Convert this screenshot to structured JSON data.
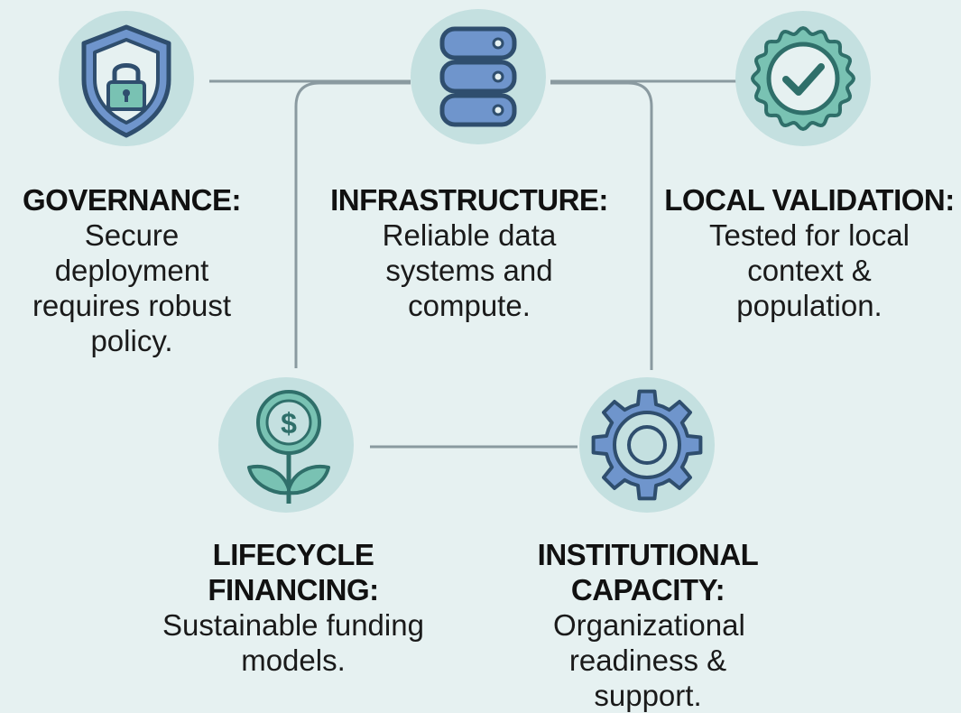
{
  "nodes": [
    {
      "id": "governance",
      "title": "GOVERNANCE:",
      "description": "Secure deployment requires robust policy.",
      "icon": "shield-lock-icon"
    },
    {
      "id": "infrastructure",
      "title": "INFRASTRUCTURE:",
      "description": "Reliable data systems and compute.",
      "icon": "database-icon"
    },
    {
      "id": "local_validation",
      "title": "LOCAL VALIDATION:",
      "description": "Tested for local context & population.",
      "icon": "badge-check-icon"
    },
    {
      "id": "lifecycle_financing",
      "title": "LIFECYCLE FINANCING:",
      "description": "Sustainable funding models.",
      "icon": "money-plant-icon"
    },
    {
      "id": "institutional_capacity",
      "title": "INSTITUTIONAL CAPACITY:",
      "description": "Organizational readiness & support.",
      "icon": "gear-icon"
    }
  ],
  "colors": {
    "background": "#e6f1f1",
    "icon_circle": "#c4e0e0",
    "connector": "#8a9aa0",
    "stroke_dark": "#2f4e6e",
    "blue_fill": "#6f95cc",
    "teal_fill": "#79c2b3",
    "teal_stroke": "#2f6f6a"
  }
}
